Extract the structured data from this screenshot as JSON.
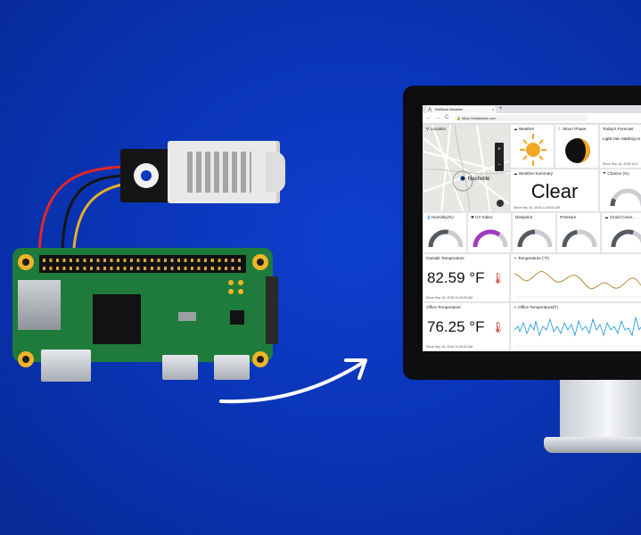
{
  "browser": {
    "tab_title": "WeWork Weather",
    "tab_close": "×",
    "new_tab": "+",
    "url": "https://initialstate.com",
    "nav_back": "←",
    "nav_forward": "→",
    "nav_reload": "C"
  },
  "dashboard": {
    "location": {
      "title": "Location",
      "city": "Nashville"
    },
    "weather": {
      "title": "Weather"
    },
    "moon": {
      "title": "Moon Phase"
    },
    "forecast": {
      "title": "Today's Forecast",
      "text": "Light rain starting to",
      "since": "Since Sep 16, 2018 11:4"
    },
    "summary": {
      "title": "Weather Summary",
      "value": "Clear",
      "since": "Since Sep 16, 2018 11:48:50 AM"
    },
    "chance": {
      "title": "Chance (%)",
      "level": 0.15
    },
    "humidity": {
      "title": "Humidity(%)",
      "level": 0.55
    },
    "uv": {
      "title": "UV Index:",
      "level": 0.7
    },
    "dewpoint": {
      "title": "Dewpoint",
      "level": 0.5
    },
    "pressure": {
      "title": "Pressure",
      "level": 0.45
    },
    "cloud": {
      "title": "Cloud Cover...",
      "level": 0.6
    },
    "outside": {
      "title": "Outside Temperature",
      "value": "82.59 °F",
      "since": "Since Sep 16, 2018 11:49:00 AM"
    },
    "temp_chart": {
      "title": "Temperature (°F)"
    },
    "office": {
      "title": "Office Temperature",
      "value": "76.25 °F",
      "since": "Since Sep 16, 2018 11:49:00 AM"
    },
    "office_chart": {
      "title": "Office Temperature(F)"
    }
  },
  "colors": {
    "background": "#0a35b8",
    "pi_board": "#1e7b3c",
    "gauge_track": "#c9ccd1",
    "gauge_fill": "#555a61",
    "uv_fill": "#a23bc0",
    "temp_line": "#b58a3b",
    "office_line": "#2a9ed6",
    "sun": "#f5a623"
  }
}
